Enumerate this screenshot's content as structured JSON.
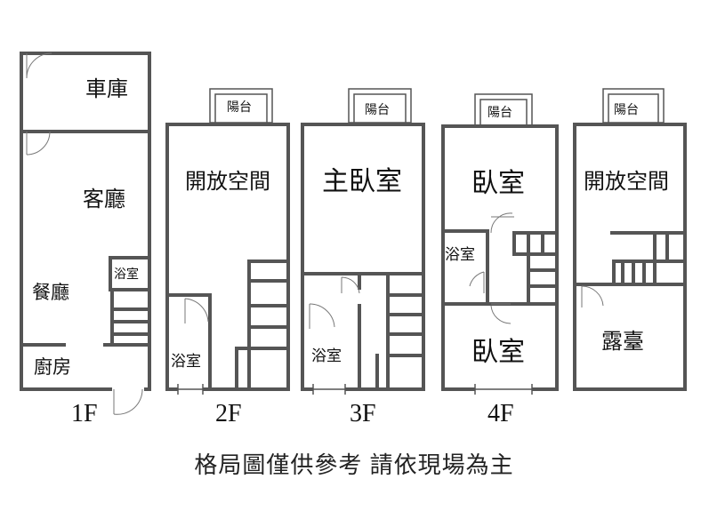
{
  "floors": [
    {
      "label": "1F",
      "rooms": {
        "garage": "車庫",
        "living": "客廳",
        "bath": "浴室",
        "dining": "餐廳",
        "kitchen": "廚房"
      }
    },
    {
      "label": "2F",
      "rooms": {
        "balcony": "陽台",
        "open": "開放空間",
        "bath": "浴室"
      }
    },
    {
      "label": "3F",
      "rooms": {
        "balcony": "陽台",
        "master": "主臥室",
        "bath": "浴室"
      }
    },
    {
      "label": "4F",
      "rooms": {
        "balcony": "陽台",
        "bedroom1": "臥室",
        "bath": "浴室",
        "bedroom2": "臥室"
      }
    },
    {
      "label": "",
      "rooms": {
        "balcony": "陽台",
        "open": "開放空間",
        "terrace": "露臺"
      }
    }
  ],
  "note": "格局圖僅供參考 請依現場為主"
}
